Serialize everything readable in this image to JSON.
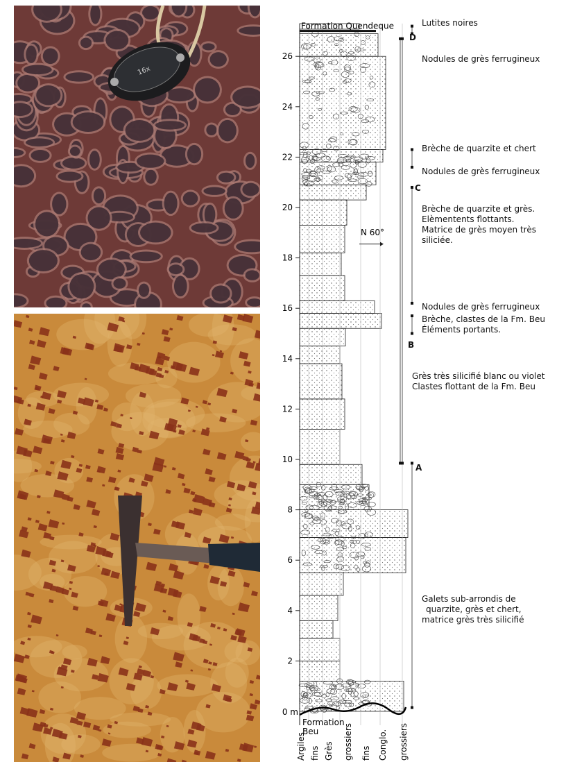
{
  "column": {
    "top_formation": "Formation Quendeque",
    "base_formation_line1": "Formation",
    "base_formation_line2": "Beu",
    "depth_unit_label": "0 m",
    "depth_ticks": [
      "2",
      "4",
      "6",
      "8",
      "10",
      "12",
      "14",
      "16",
      "18",
      "20",
      "22",
      "24",
      "26"
    ],
    "grain_size_labels": [
      "Argiles",
      "fins",
      "Grès",
      "grossiers",
      "fins",
      "Conglo.",
      "grossiers"
    ],
    "paleocurrent": "N 60°"
  },
  "zones": [
    "A",
    "B",
    "C",
    "D"
  ],
  "annotations": {
    "lutites": "Lutites noires",
    "nodules_1": "Nodules de grès ferrugineux",
    "breche_chert": "Brèche de quarzite et chert",
    "nodules_2": "Nodules de grès ferrugineux",
    "breche_gres_1": "Brèche de quarzite et grès.",
    "breche_gres_2": "Elèmentents flottants.",
    "breche_gres_3": "Matrice de grès moyen très",
    "breche_gres_4": "siliciée.",
    "nodules_3": "Nodules de grès ferrugineux",
    "breche_beu_1": "Brèche, clastes de la Fm. Beu",
    "breche_beu_2": "Éléments portants.",
    "gres_1": "Grès très silicifié blanc ou violet",
    "gres_2": "Clastes flottant de la Fm. Beu",
    "galets_1": "Galets sub-arrondis de",
    "galets_2": "quarzite, grès  et chert,",
    "galets_3": "matrice grès très silicifié"
  },
  "lens_label": "16x",
  "colors": {
    "rock_top": "#6e3a37",
    "nodule_top": "#3f2b33",
    "matrix_top": "#a97a73",
    "rock_bottom": "#c98a3b",
    "clast_bottom": "#8a3219",
    "hammer_handle": "#1f2a36"
  }
}
